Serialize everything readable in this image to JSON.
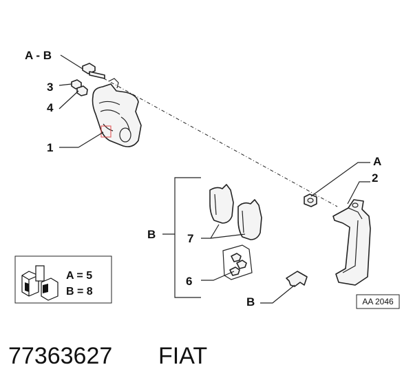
{
  "callouts": {
    "ab": "A - B",
    "n3": "3",
    "n4": "4",
    "n1": "1",
    "a": "A",
    "n2": "2",
    "b_group": "B",
    "n7": "7",
    "n6": "6",
    "b_clip": "B"
  },
  "legend": {
    "line_a": "A = 5",
    "line_b": "B = 8"
  },
  "drawing_code": "AA 2046",
  "part_number": "77363627",
  "brand": "FIAT",
  "colors": {
    "highlight": "#e04040"
  }
}
